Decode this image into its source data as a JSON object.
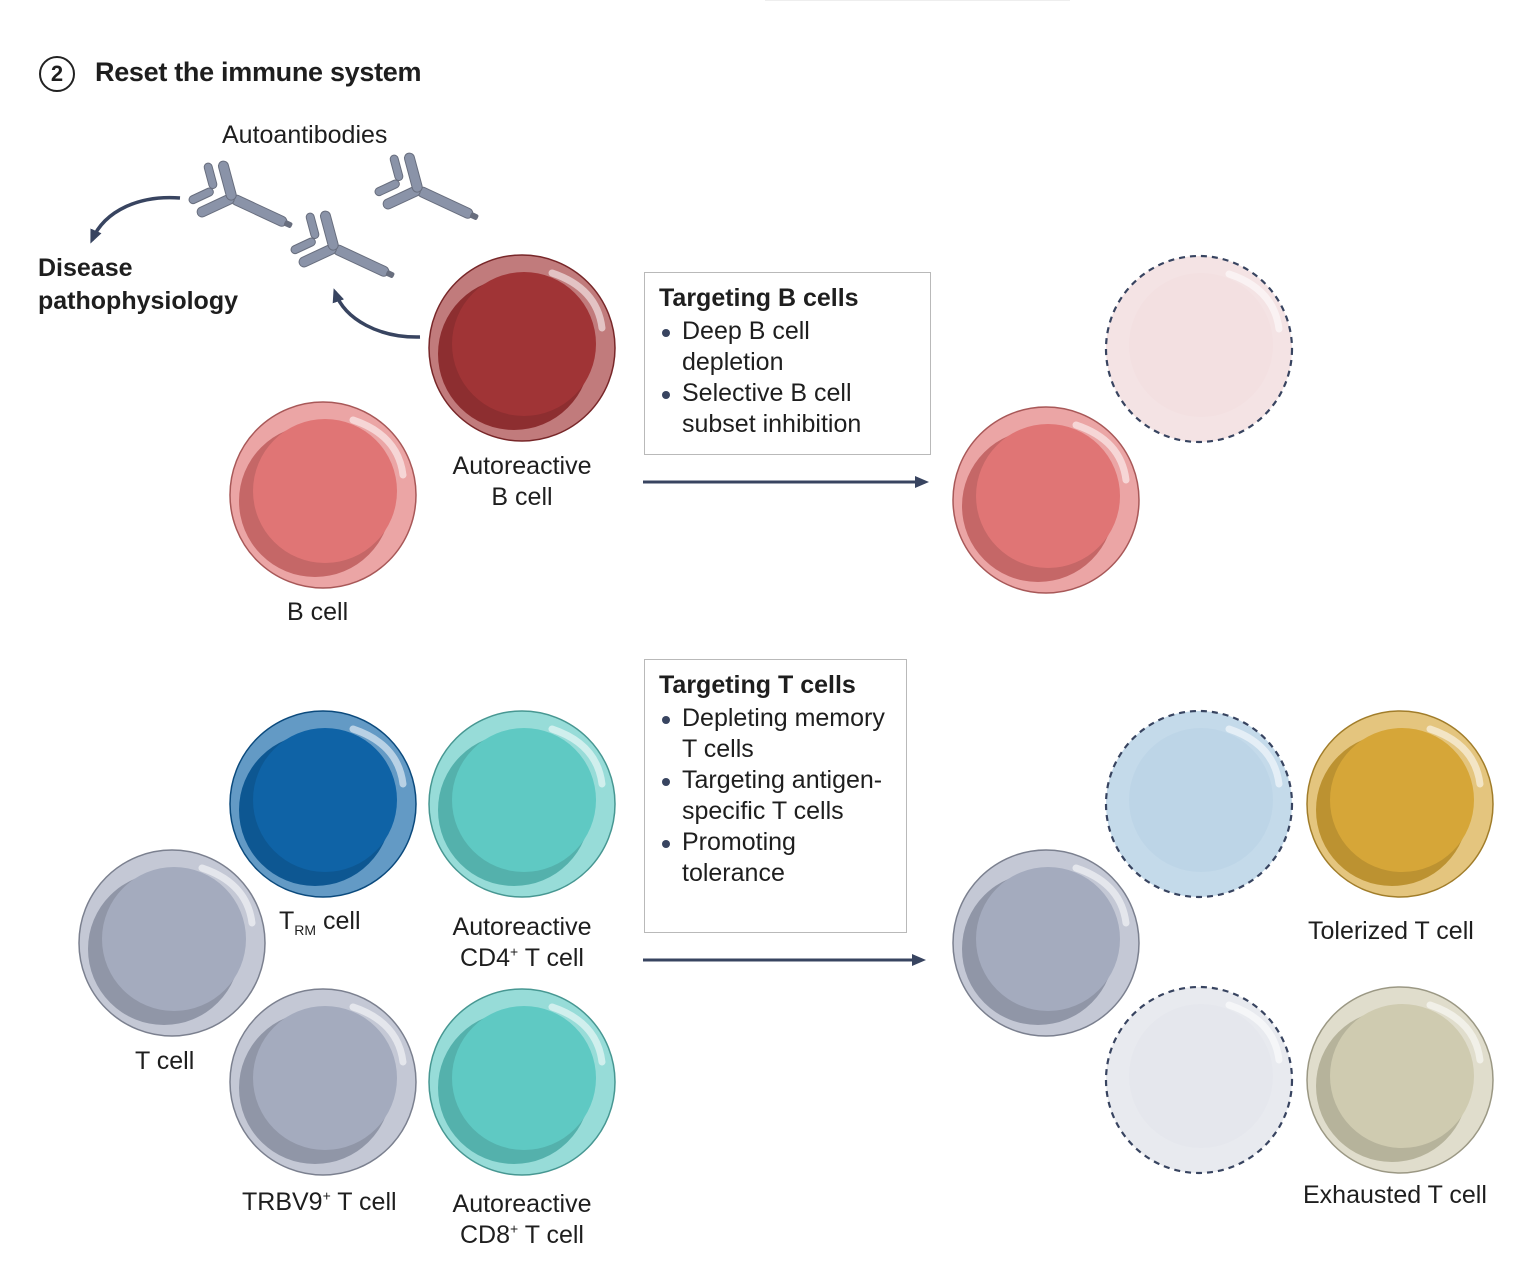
{
  "step": {
    "number": "2",
    "title": "Reset the immune system"
  },
  "labels": {
    "autoantibodies": "Autoantibodies",
    "disease": "Disease",
    "pathophysiology": "pathophysiology",
    "autoreactive_b_line1": "Autoreactive",
    "autoreactive_b_line2": "B cell",
    "b_cell": "B cell",
    "trm_t": "T",
    "trm_sub": "RM",
    "trm_cell": " cell",
    "cd4_line1": "Autoreactive",
    "cd4_line2a": "CD4",
    "cd4_line2b": " T cell",
    "t_cell": "T cell",
    "trbv9_a": "TRBV9",
    "trbv9_b": " T cell",
    "cd8_line1": "Autoreactive",
    "cd8_line2a": "CD8",
    "cd8_line2b": " T cell",
    "tolerized": "Tolerized T cell",
    "exhausted": "Exhausted T cell",
    "plus": "+"
  },
  "b_box": {
    "title": "Targeting B cells",
    "items": [
      "Deep B cell depletion",
      "Selective B cell subset inhibition"
    ]
  },
  "t_box": {
    "title": "Targeting T cells",
    "items": [
      "Depleting memory T cells",
      "Targeting antigen-specific T cells",
      "Promoting tolerance"
    ]
  },
  "colors": {
    "arrow": "#384460",
    "antibody": "#8a93a8",
    "autoreactive_b": "#a03436",
    "b_cell": "#e07575",
    "depleted_b": "#f2dedf",
    "trm": "#0f63a6",
    "cd4_cd8": "#5fc9c3",
    "t_cell": "#a4abbe",
    "depleted_trm": "#b9d3e6",
    "tolerized": "#d6a638",
    "depleted_t": "#e4e6ec",
    "exhausted": "#cfcbb0"
  }
}
